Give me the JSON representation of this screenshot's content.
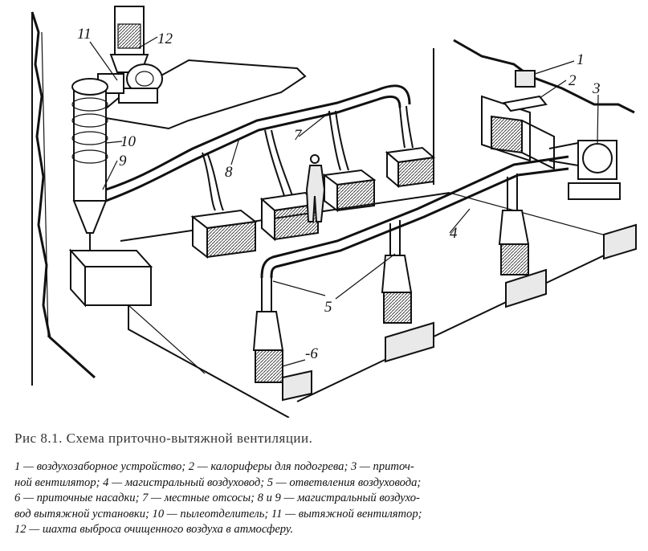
{
  "figure": {
    "callouts": [
      "1",
      "2",
      "3",
      "4",
      "5",
      "-6",
      "7",
      "8",
      "9",
      "10",
      "11",
      "12"
    ]
  },
  "caption": "Рис 8.1. Схема приточно-вытяжной вентиляции.",
  "legend_lines": [
    "1 — воздухозаборное устройство; 2 — калориферы для подогрева; 3 — приточ-",
    "ной вентилятор; 4 — магистральный воздуховод; 5 — ответвления воздуховода;",
    "6 — приточные насадки; 7 — местные отсосы; 8 и 9 — магистральный воздухо-",
    "вод вытяжной установки; 10 — пылеотделитель; 11 — вытяжной вентилятор;",
    "12 — шахта выброса очищенного воздуха в атмосферу."
  ]
}
